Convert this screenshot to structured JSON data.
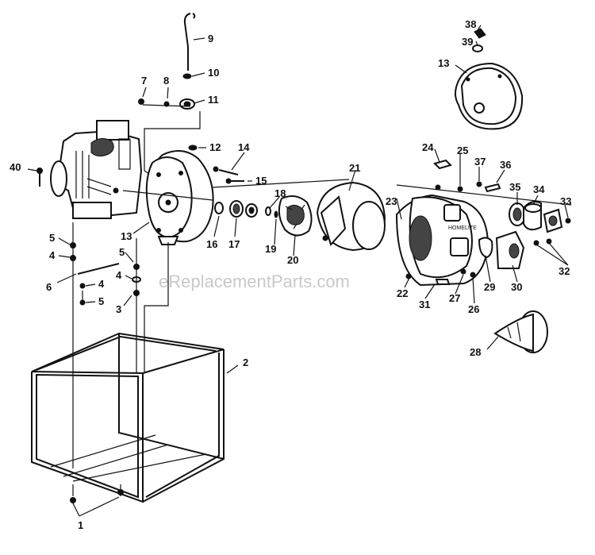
{
  "watermark": "eReplacementParts.com",
  "callouts": [
    {
      "id": "c9",
      "label": "9"
    },
    {
      "id": "c10",
      "label": "10"
    },
    {
      "id": "c7",
      "label": "7"
    },
    {
      "id": "c8",
      "label": "8"
    },
    {
      "id": "c11",
      "label": "11"
    },
    {
      "id": "c12",
      "label": "12"
    },
    {
      "id": "c14",
      "label": "14"
    },
    {
      "id": "c15",
      "label": "15"
    },
    {
      "id": "c40",
      "label": "40"
    },
    {
      "id": "c13a",
      "label": "13"
    },
    {
      "id": "c16",
      "label": "16"
    },
    {
      "id": "c17",
      "label": "17"
    },
    {
      "id": "c18",
      "label": "18"
    },
    {
      "id": "c19",
      "label": "19"
    },
    {
      "id": "c20",
      "label": "20"
    },
    {
      "id": "c21",
      "label": "21"
    },
    {
      "id": "c23",
      "label": "23"
    },
    {
      "id": "c22",
      "label": "22"
    },
    {
      "id": "c24",
      "label": "24"
    },
    {
      "id": "c25",
      "label": "25"
    },
    {
      "id": "c37",
      "label": "37"
    },
    {
      "id": "c36",
      "label": "36"
    },
    {
      "id": "c35",
      "label": "35"
    },
    {
      "id": "c34",
      "label": "34"
    },
    {
      "id": "c33",
      "label": "33"
    },
    {
      "id": "c32",
      "label": "32"
    },
    {
      "id": "c29",
      "label": "29"
    },
    {
      "id": "c30",
      "label": "30"
    },
    {
      "id": "c31",
      "label": "31"
    },
    {
      "id": "c27",
      "label": "27"
    },
    {
      "id": "c26",
      "label": "26"
    },
    {
      "id": "c28",
      "label": "28"
    },
    {
      "id": "c38",
      "label": "38"
    },
    {
      "id": "c39",
      "label": "39"
    },
    {
      "id": "c13b",
      "label": "13"
    },
    {
      "id": "c5a",
      "label": "5"
    },
    {
      "id": "c4a",
      "label": "4"
    },
    {
      "id": "c6",
      "label": "6"
    },
    {
      "id": "c4b",
      "label": "4"
    },
    {
      "id": "c5b",
      "label": "5"
    },
    {
      "id": "c5c",
      "label": "5"
    },
    {
      "id": "c4c",
      "label": "4"
    },
    {
      "id": "c3",
      "label": "3"
    },
    {
      "id": "c2",
      "label": "2"
    },
    {
      "id": "c1",
      "label": "1"
    }
  ]
}
